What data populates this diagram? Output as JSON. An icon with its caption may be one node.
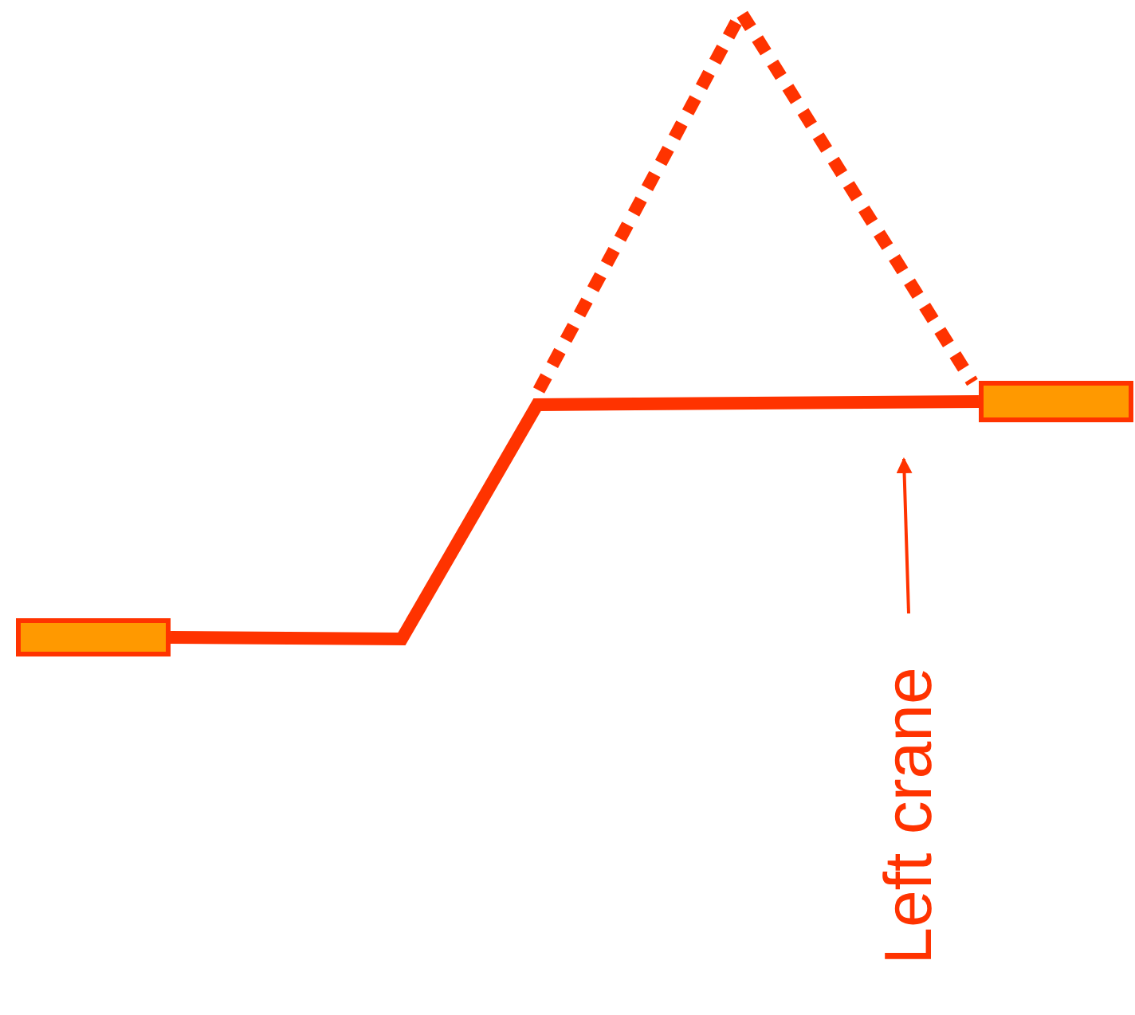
{
  "diagram": {
    "nodes": [
      {
        "text": [],
        "shape": "bar"
      },
      {
        "text": [],
        "shape": "bar"
      },
      {
        "text": [
          "Left crane"
        ]
      }
    ],
    "edges": [
      {
        "from": 0,
        "to": 1,
        "arrow": "none"
      },
      {
        "from": null,
        "to": 1,
        "arrow": "none",
        "style": "dashed"
      },
      {
        "from": 2,
        "to": null,
        "arrow": "to"
      }
    ]
  }
}
